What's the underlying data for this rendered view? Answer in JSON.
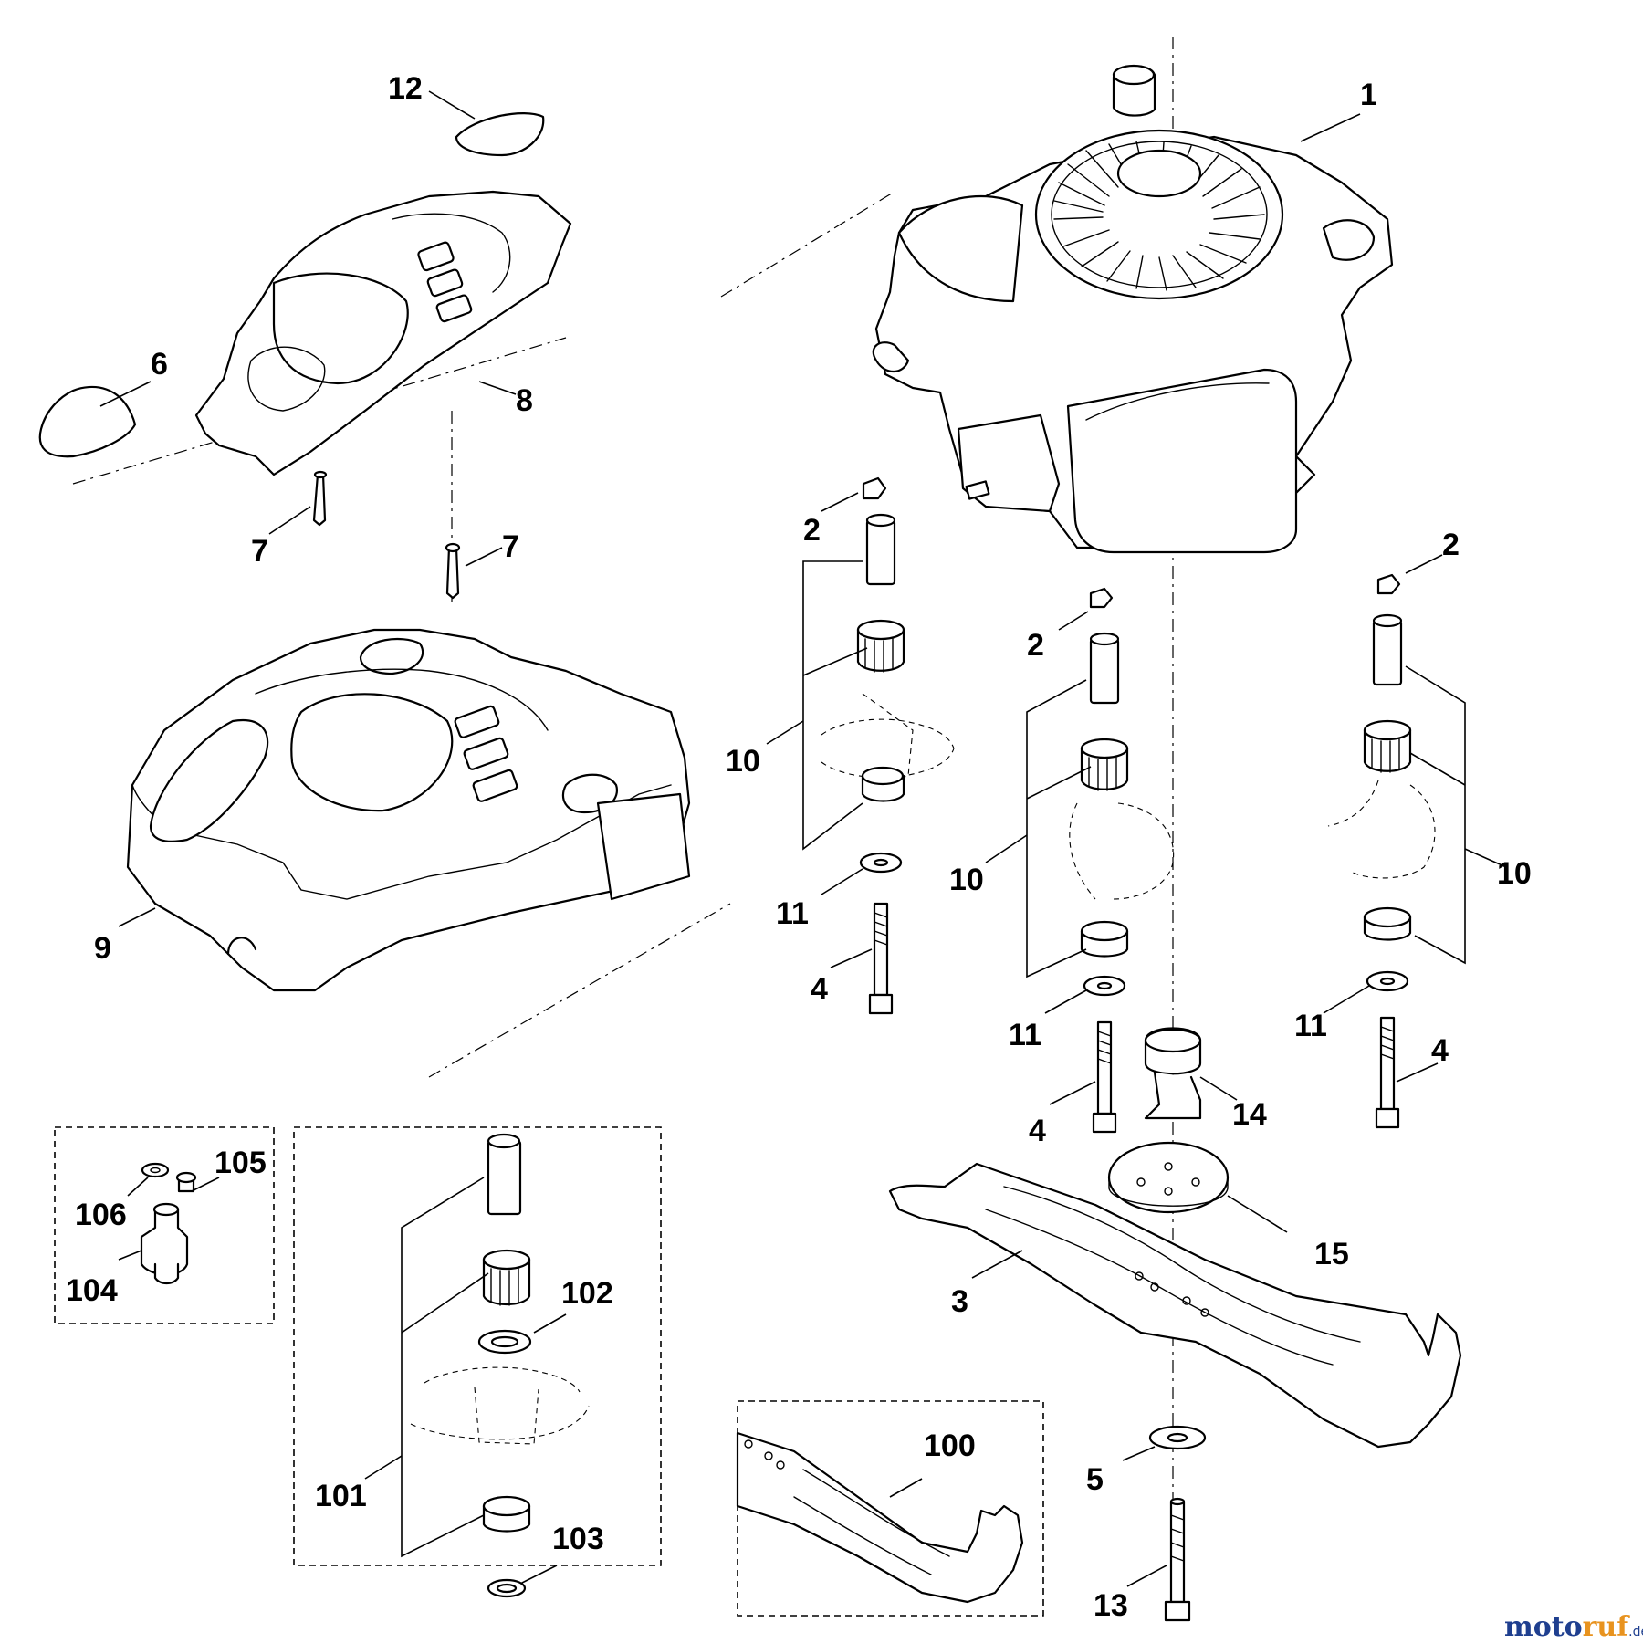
{
  "callouts": {
    "c1": "1",
    "c2a": "2",
    "c2b": "2",
    "c2c": "2",
    "c3": "3",
    "c4a": "4",
    "c4b": "4",
    "c4c": "4",
    "c5": "5",
    "c6": "6",
    "c7a": "7",
    "c7b": "7",
    "c8": "8",
    "c9": "9",
    "c10a": "10",
    "c10b": "10",
    "c10c": "10",
    "c11a": "11",
    "c11b": "11",
    "c11c": "11",
    "c12": "12",
    "c13": "13",
    "c14": "14",
    "c15": "15",
    "c100": "100",
    "c101": "101",
    "c102": "102",
    "c103": "103",
    "c104": "104",
    "c105": "105",
    "c106": "106"
  },
  "watermark": {
    "part1": "moto",
    "part2": "ruf",
    "suffix": ".de"
  }
}
